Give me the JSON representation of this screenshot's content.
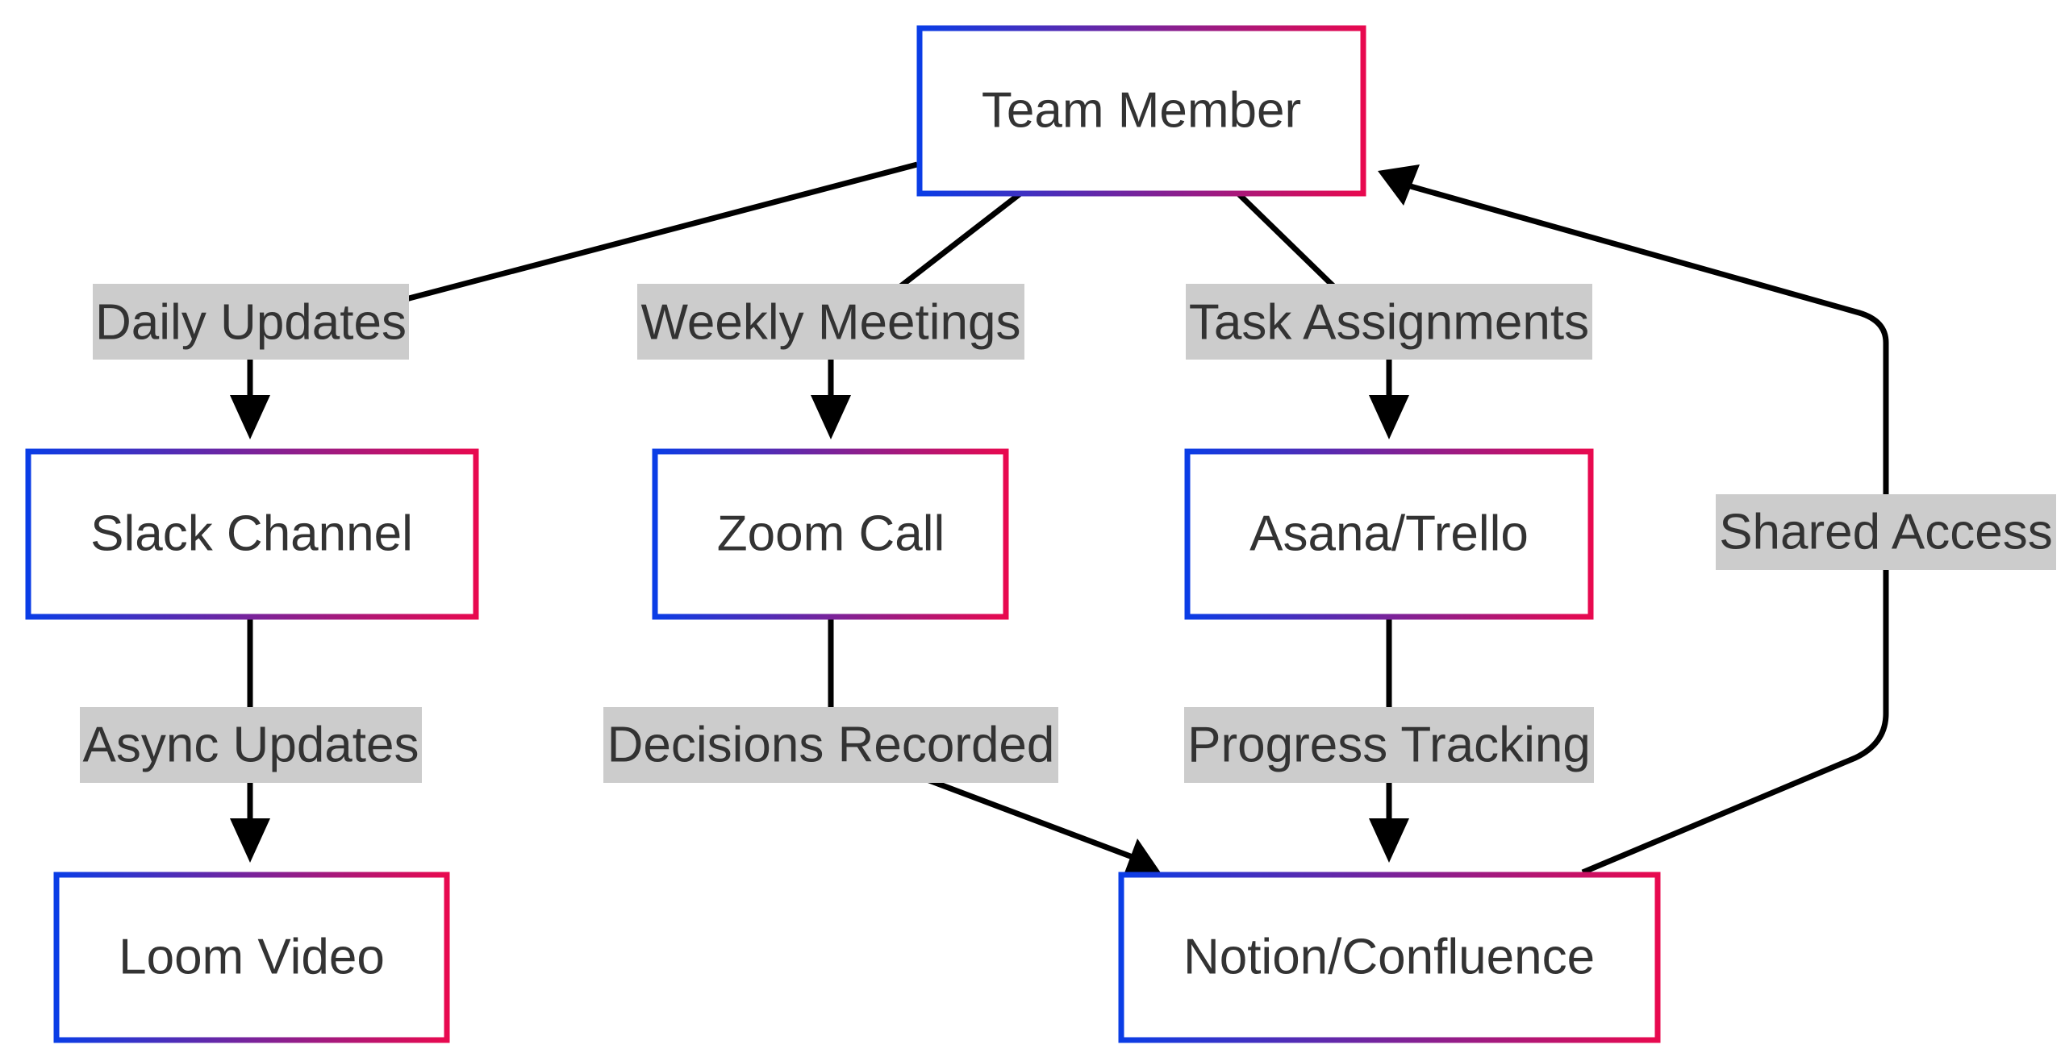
{
  "colors": {
    "border_gradient_start": "#0a3de6",
    "border_gradient_end": "#e8094f",
    "edge_color": "#000000",
    "label_background": "#cccccc",
    "text_color": "#333333"
  },
  "nodes": {
    "team_member": "Team Member",
    "slack_channel": "Slack Channel",
    "zoom_call": "Zoom Call",
    "asana_trello": "Asana/Trello",
    "loom_video": "Loom Video",
    "notion_confluence": "Notion/Confluence"
  },
  "edges": {
    "daily_updates": "Daily Updates",
    "weekly_meetings": "Weekly Meetings",
    "task_assignments": "Task Assignments",
    "async_updates": "Async Updates",
    "decisions_recorded": "Decisions Recorded",
    "progress_tracking": "Progress Tracking",
    "shared_access": "Shared Access"
  }
}
